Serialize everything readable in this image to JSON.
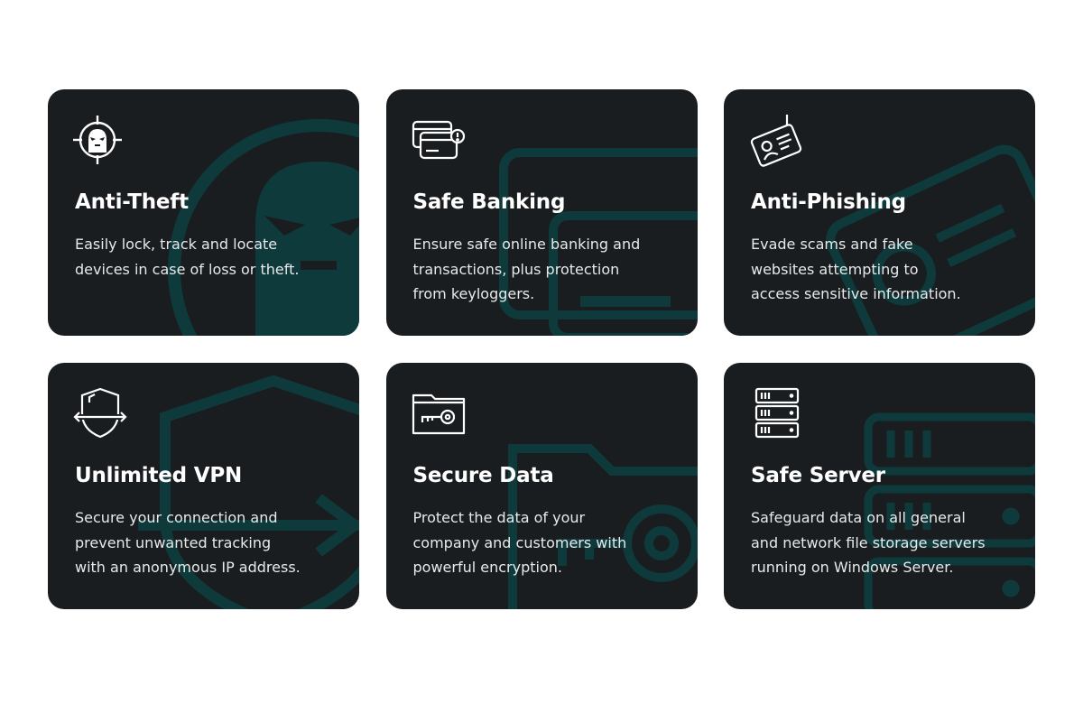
{
  "colors": {
    "card_background": "#1a1d20",
    "page_background": "#ffffff",
    "watermark": "#0f3a3c",
    "icon": "#ffffff"
  },
  "cards": [
    {
      "icon": "thief-target-icon",
      "title": "Anti-Theft",
      "description": "Easily lock, track and locate\ndevices in case of loss or theft."
    },
    {
      "icon": "credit-card-alert-icon",
      "title": "Safe Banking",
      "description": "Ensure safe online banking and\ntransactions, plus protection\nfrom keyloggers."
    },
    {
      "icon": "id-badge-icon",
      "title": "Anti-Phishing",
      "description": "Evade scams and fake\nwebsites attempting to\naccess sensitive information."
    },
    {
      "icon": "vpn-shield-arrows-icon",
      "title": "Unlimited VPN",
      "description": "Secure your connection and\nprevent unwanted tracking\nwith an anonymous IP address."
    },
    {
      "icon": "folder-key-icon",
      "title": "Secure Data",
      "description": "Protect the data of your\ncompany and customers with\npowerful encryption."
    },
    {
      "icon": "server-stack-icon",
      "title": "Safe Server",
      "description": "Safeguard data on all general\nand network file storage servers\nrunning on Windows Server."
    }
  ]
}
